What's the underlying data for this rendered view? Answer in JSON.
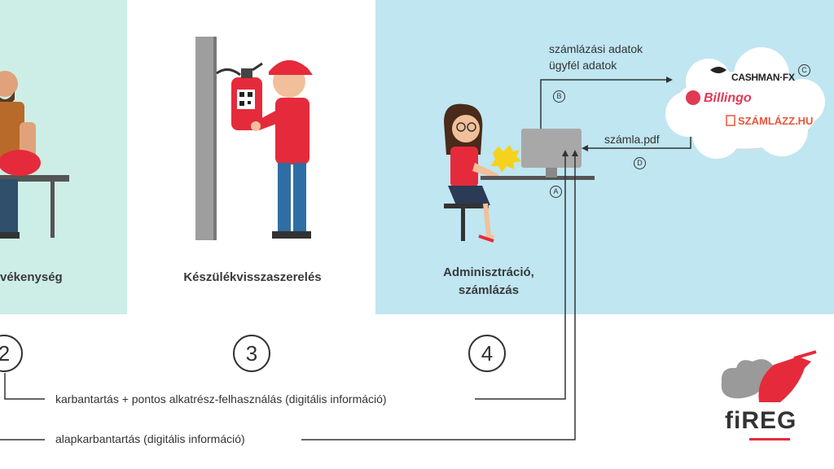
{
  "steps": [
    {
      "number": "2",
      "label": "vékenység"
    },
    {
      "number": "3",
      "label": "Készülékvisszaszerelés"
    },
    {
      "number": "4",
      "label_line1": "Adminisztráció,",
      "label_line2": "számlázás"
    }
  ],
  "flows": {
    "line1": "karbantartás + pontos alkatrész-felhasználás (digitális információ)",
    "line2": "alapkarbantartás (digitális információ)"
  },
  "billing": {
    "data_line1": "számlázási adatok",
    "data_line2": "ügyfél adatok",
    "pdf": "számla.pdf",
    "markers": [
      "A",
      "B",
      "C",
      "D"
    ]
  },
  "brands": {
    "cashman": "CASHMAN·FX",
    "billingo": "Billingo",
    "szamlazz": "SZÁMLÁZZ.HU"
  },
  "logo": {
    "text": "fiREG"
  },
  "colors": {
    "panel_left": "#cdeee6",
    "panel_right": "#bfe6f1",
    "accent_red": "#e52b3b",
    "logo_gray": "#9a9a9a"
  }
}
